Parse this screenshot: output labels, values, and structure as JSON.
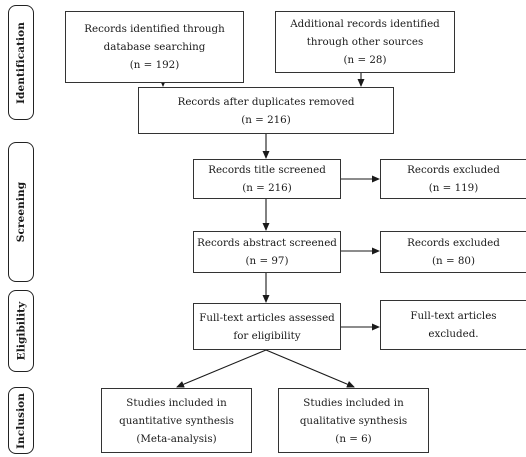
{
  "stages": {
    "identification": "Identification",
    "screening": "Screening",
    "eligibility": "Eligibility",
    "inclusion": "Inclusion"
  },
  "boxes": {
    "database_search": {
      "line1": "Records identified through",
      "line2": "database searching",
      "line3": "(n = 192)"
    },
    "other_sources": {
      "line1": "Additional records identified",
      "line2": "through other sources",
      "line3": "(n = 28)"
    },
    "after_duplicates": {
      "line1": "Records after duplicates removed",
      "line2": "(n = 216)"
    },
    "title_screened": {
      "line1": "Records title screened",
      "line2": "(n = 216)"
    },
    "title_excluded": {
      "line1": "Records excluded",
      "line2": "(n = 119)"
    },
    "abstract_screened": {
      "line1": "Records abstract screened",
      "line2": "(n = 97)"
    },
    "abstract_excluded": {
      "line1": "Records excluded",
      "line2": "(n = 80)"
    },
    "fulltext_assessed": {
      "line1": "Full-text articles assessed",
      "line2": "for eligibility"
    },
    "fulltext_excluded": {
      "line1": "Full-text articles",
      "line2": "excluded."
    },
    "quantitative": {
      "line1": "Studies included in",
      "line2": "quantitative synthesis",
      "line3": "(Meta-analysis)"
    },
    "qualitative": {
      "line1": "Studies included in",
      "line2": "qualitative synthesis",
      "line3": "(n = 6)"
    }
  },
  "colors": {
    "line": "#1a1a1a",
    "border": "#333333"
  }
}
